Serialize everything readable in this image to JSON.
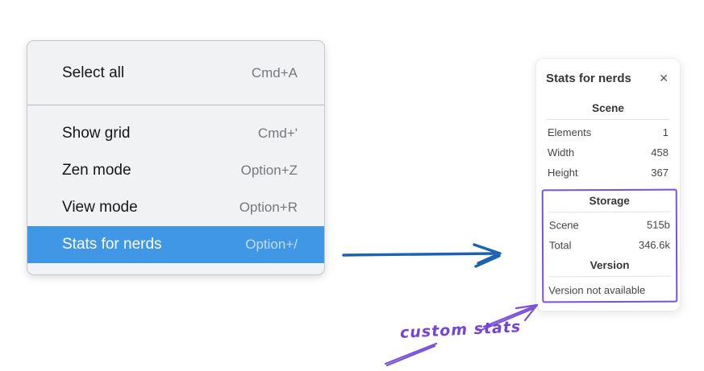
{
  "colors": {
    "menu_highlight": "#4097e6",
    "arrow_blue": "#1e63ae",
    "annotation_purple": "#7a52d8"
  },
  "menu": {
    "items": [
      {
        "label": "Select all",
        "shortcut": "Cmd+A",
        "highlighted": false
      },
      {
        "label": "Show grid",
        "shortcut": "Cmd+'",
        "highlighted": false
      },
      {
        "label": "Zen mode",
        "shortcut": "Option+Z",
        "highlighted": false
      },
      {
        "label": "View mode",
        "shortcut": "Option+R",
        "highlighted": false
      },
      {
        "label": "Stats for nerds",
        "shortcut": "Option+/",
        "highlighted": true
      }
    ]
  },
  "panel": {
    "title": "Stats for nerds",
    "close_icon": "✕",
    "sections": [
      {
        "heading": "Scene",
        "rows": [
          {
            "label": "Elements",
            "value": "1"
          },
          {
            "label": "Width",
            "value": "458"
          },
          {
            "label": "Height",
            "value": "367"
          }
        ]
      },
      {
        "heading": "Storage",
        "rows": [
          {
            "label": "Scene",
            "value": "515b"
          },
          {
            "label": "Total",
            "value": "346.6k"
          }
        ]
      },
      {
        "heading": "Version",
        "note": "Version not available"
      }
    ]
  },
  "annotation": {
    "label": "custom stats"
  }
}
